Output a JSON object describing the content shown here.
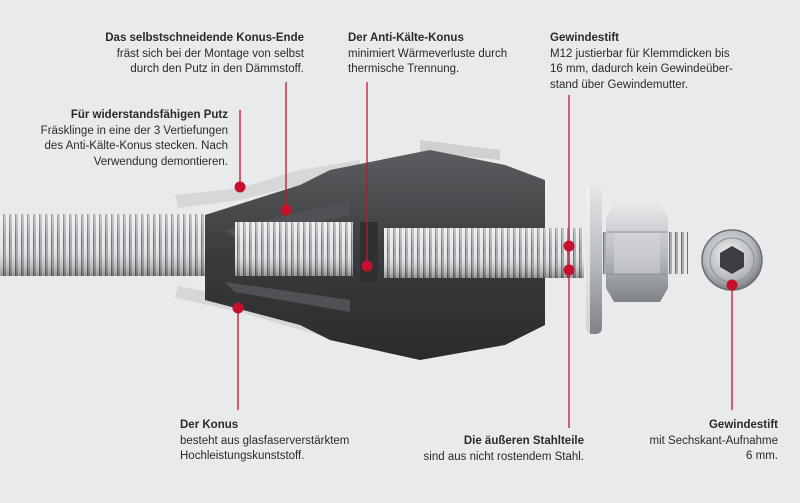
{
  "colors": {
    "background": "#e9eaeb",
    "leader_line": "#c8102e",
    "plastic": "#3a3b3d",
    "steel": "#b9bcc0"
  },
  "labels": {
    "cone_end": {
      "title": "Das selbstschneidende Konus-Ende",
      "text": "fräst sich bei der Montage von selbst\ndurch den Putz in den Dämmstoff."
    },
    "anti_cold": {
      "title": "Der Anti-Kälte-Konus",
      "text": "minimiert Wärmeverluste durch\nthermische Trennung."
    },
    "threaded_pin_top": {
      "title": "Gewindestift",
      "text": "M12 justierbar für Klemmdicken bis\n16 mm, dadurch kein Gewindeüber-\nstand über Gewindemutter."
    },
    "plaster": {
      "title": "Für widerstandsfähigen Putz",
      "text": "Fräsklinge in eine der 3 Vertiefungen\ndes Anti-Kälte-Konus stecken. Nach\nVerwendung demontieren."
    },
    "cone": {
      "title": "Der Konus",
      "text": "besteht aus glasfaserverstärktem\nHochleistungskunststoff."
    },
    "steel_parts": {
      "title": "Die äußeren Stahlteile",
      "text": "sind aus nicht rostendem Stahl."
    },
    "threaded_pin_bottom": {
      "title": "Gewindestift",
      "text": "mit Sechskant-Aufnahme\n6 mm."
    }
  }
}
